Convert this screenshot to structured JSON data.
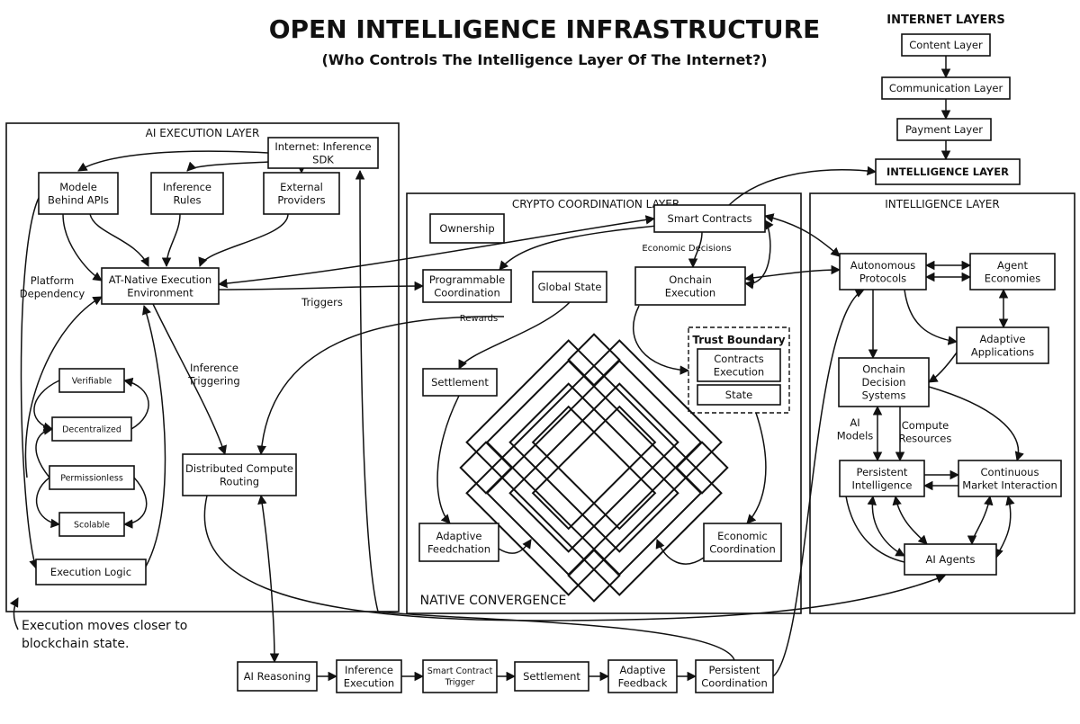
{
  "title": "OPEN INTELLIGENCE INFRASTRUCTURE",
  "subtitle": "(Who Controls The Intelligence Layer Of The Internet?)",
  "internet_layers": {
    "heading": "INTERNET LAYERS",
    "items": [
      "Content Layer",
      "Communication Layer",
      "Payment Layer",
      "INTELLIGENCE LAYER"
    ]
  },
  "panels": {
    "ai_execution": "AI EXECUTION LAYER",
    "crypto_coordination": "CRYPTO COORDINATION LAYER",
    "intelligence": "INTELLIGENCE LAYER",
    "native_convergence": "NATIVE CONVERGENCE"
  },
  "nodes": {
    "inference_sdk": [
      "Internet: Inference",
      "SDK"
    ],
    "models_behind_apis": [
      "Modele",
      "Behind APIs"
    ],
    "inference_rules": [
      "Inference",
      "Rules"
    ],
    "external_providers": [
      "External",
      "Providers"
    ],
    "at_native_env": [
      "AT-Native Execution",
      "Environment"
    ],
    "verifiable": [
      "Verifiable"
    ],
    "decentralized": [
      "Decentralized"
    ],
    "permissionless": [
      "Permissionless"
    ],
    "scalable": [
      "Scolable"
    ],
    "execution_logic": [
      "Execution Logic"
    ],
    "distributed_compute": [
      "Distributed Compute",
      "Routing"
    ],
    "ownership": [
      "Ownership"
    ],
    "smart_contracts": [
      "Smart Contracts"
    ],
    "programmable_coordination": [
      "Programmable",
      "Coordination"
    ],
    "global_state": [
      "Global State"
    ],
    "onchain_execution": [
      "Onchain",
      "Execution"
    ],
    "trust_contracts_execution": [
      "Contracts",
      "Execution"
    ],
    "trust_state": [
      "State"
    ],
    "settlement_crypto": [
      "Settlement"
    ],
    "adaptive_feedchation": [
      "Adaptive",
      "Feedchation"
    ],
    "economic_coordination": [
      "Economic",
      "Coordination"
    ],
    "autonomous_protocols": [
      "Autonomous",
      "Protocols"
    ],
    "agent_economies": [
      "Agent",
      "Economies"
    ],
    "adaptive_applications": [
      "Adaptive",
      "Applications"
    ],
    "onchain_decision": [
      "Onchain",
      "Decision",
      "Systems"
    ],
    "persistent_intelligence": [
      "Persistent",
      "Intelligence"
    ],
    "continuous_market": [
      "Continuous",
      "Market Interaction"
    ],
    "ai_agents": [
      "AI Agents"
    ],
    "ai_reasoning": [
      "AI Reasoning"
    ],
    "inference_execution": [
      "Inference",
      "Execution"
    ],
    "smart_contract_trigger": [
      "Smart Contract",
      "Trigger"
    ],
    "settlement_pipeline": [
      "Settlement"
    ],
    "adaptive_feedback": [
      "Adaptive",
      "Feedback"
    ],
    "persistent_coordination": [
      "Persistent",
      "Coordination"
    ]
  },
  "trust_boundary_title": "Trust Boundary",
  "edge_labels": {
    "platform_dependency": [
      "Platform",
      "Dependency"
    ],
    "triggers": [
      "Triggers"
    ],
    "inference_triggering": [
      "Inference",
      "Triggering"
    ],
    "rewards": [
      "Rewards"
    ],
    "economic_decisions": [
      "Economic Decisions"
    ],
    "ai_models": [
      "AI",
      "Models"
    ],
    "compute_resources": [
      "Compute",
      "Resources"
    ]
  },
  "footnote": [
    "Execution moves closer to",
    "blockchain state."
  ]
}
